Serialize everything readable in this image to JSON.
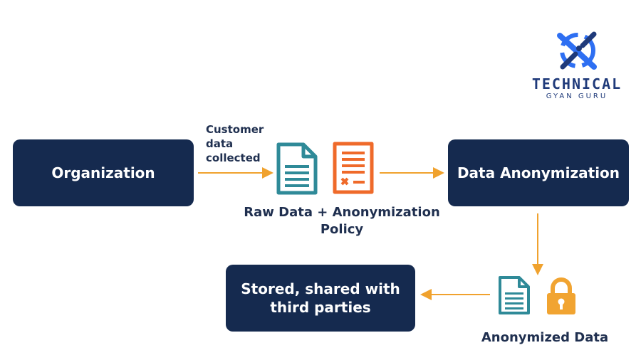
{
  "logo": {
    "title": "TECHNICAL",
    "subtitle": "GYAN GURU"
  },
  "nodes": {
    "organization": "Organization",
    "data_anonymization": "Data Anonymization",
    "stored_shared": [
      "Stored, shared with",
      "third parties"
    ]
  },
  "labels": {
    "customer_data": [
      "Customer",
      "data",
      "collected"
    ],
    "raw_data_policy": [
      "Raw Data + Anonymization",
      "Policy"
    ],
    "anonymized_data": "Anonymized Data"
  },
  "icons": [
    "document-icon",
    "policy-document-icon",
    "document-icon",
    "padlock-icon",
    "logo-icon"
  ],
  "colors": {
    "box_navy": "#152a4f",
    "arrow_orange": "#f0a22e",
    "document_teal": "#2f8a98",
    "policy_orange": "#ef6a2a",
    "lock_orange": "#f1a431",
    "logo_blue": "#2e6ff2"
  }
}
